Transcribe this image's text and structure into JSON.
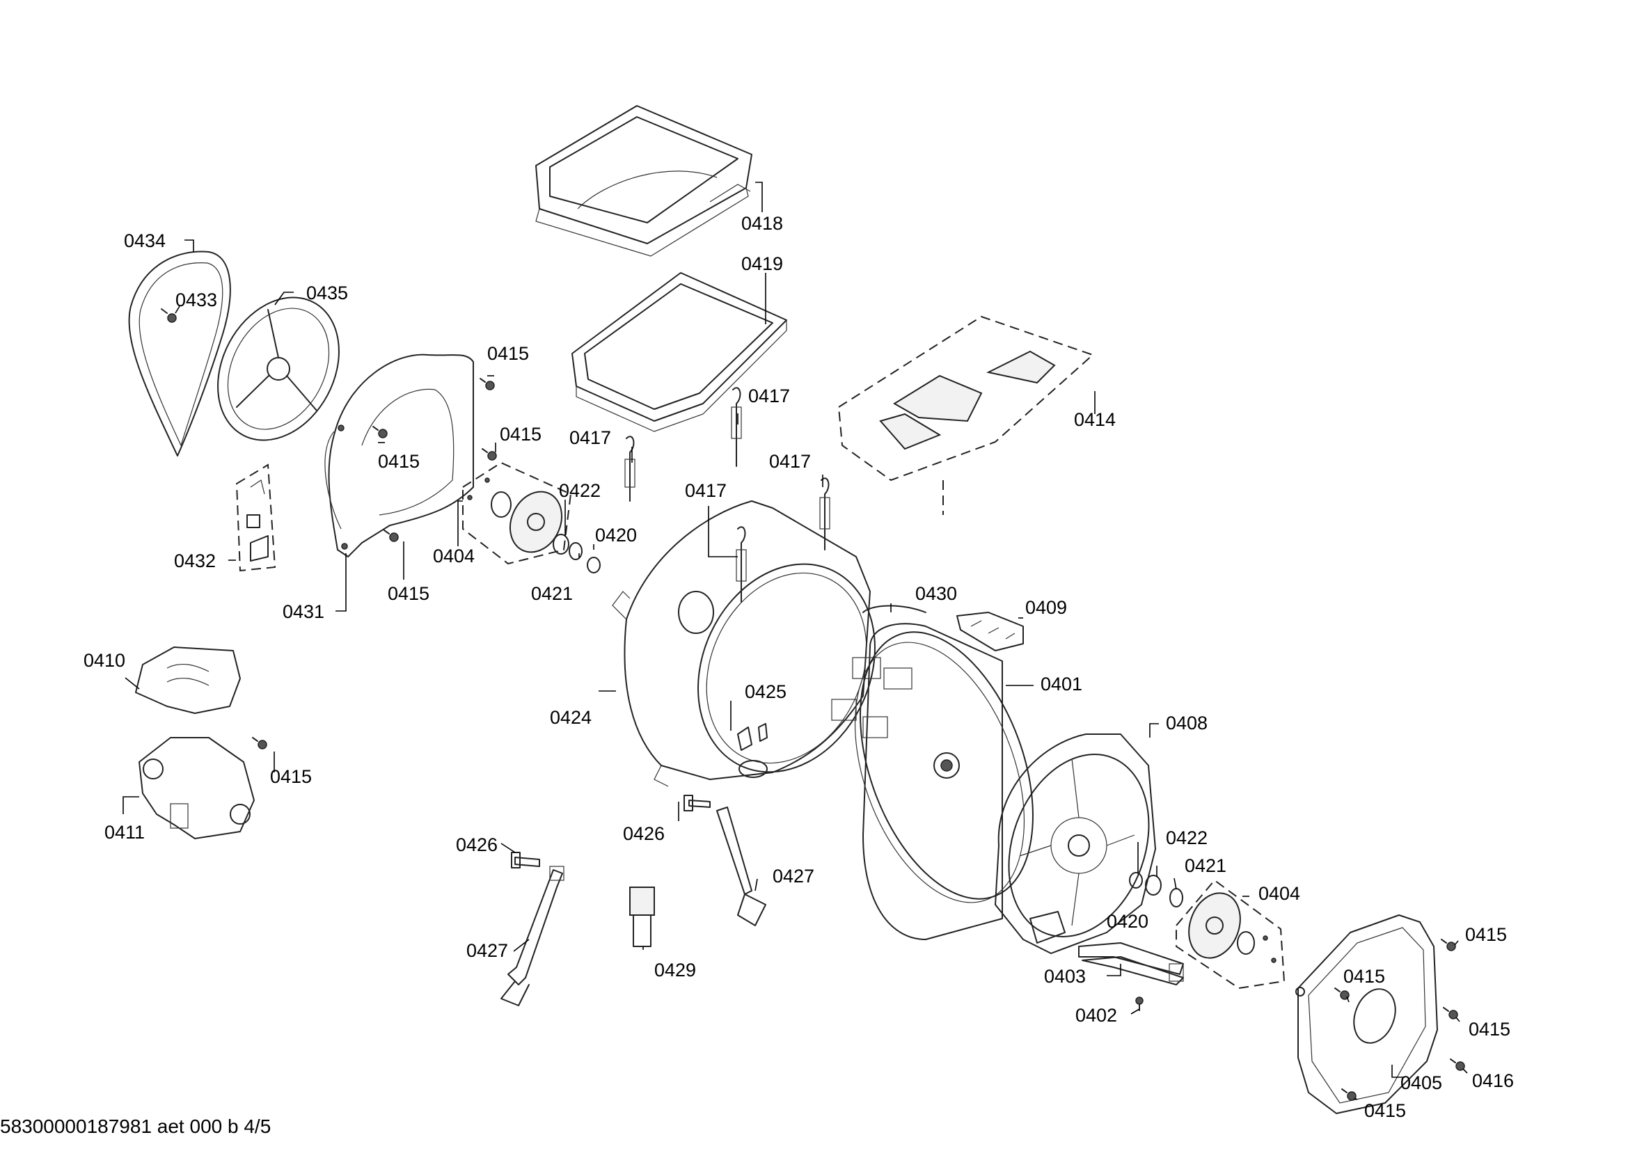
{
  "labels": {
    "l0418": "0418",
    "l0419": "0419",
    "l0434": "0434",
    "l0433": "0433",
    "l0435": "0435",
    "l0432": "0432",
    "l0431": "0431",
    "l0415a": "0415",
    "l0415b": "0415",
    "l0415c": "0415",
    "l0415d": "0415",
    "l0415e": "0415",
    "l0415f": "0415",
    "l0415g": "0415",
    "l0415h": "0415",
    "l0415i": "0415",
    "l0416": "0416",
    "l0417a": "0417",
    "l0417b": "0417",
    "l0417c": "0417",
    "l0417d": "0417",
    "l0414": "0414",
    "l0422a": "0422",
    "l0422b": "0422",
    "l0420a": "0420",
    "l0420b": "0420",
    "l0421a": "0421",
    "l0421b": "0421",
    "l0404a": "0404",
    "l0404b": "0404",
    "l0430": "0430",
    "l0409": "0409",
    "l0401": "0401",
    "l0410": "0410",
    "l0424": "0424",
    "l0425": "0425",
    "l0408": "0408",
    "l0411": "0411",
    "l0426a": "0426",
    "l0426b": "0426",
    "l0427a": "0427",
    "l0427b": "0427",
    "l0429": "0429",
    "l0403": "0403",
    "l0402": "0402",
    "l0405": "0405"
  },
  "footer": "58300000187981 aet 000 b 4/5"
}
